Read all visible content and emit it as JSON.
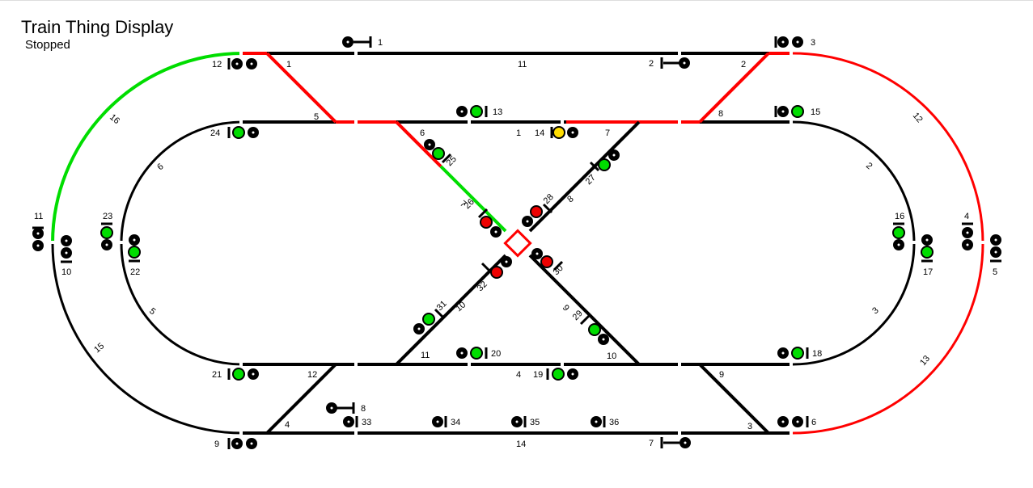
{
  "title": "Train Thing Display",
  "status": "Stopped",
  "colors": {
    "track": "#000000",
    "occupied": "#ff0000",
    "clear": "#00dd00",
    "signal_off": "#000000",
    "signal_green": "#00dd00",
    "signal_red": "#ee0000",
    "signal_yellow": "#ffdd00"
  },
  "block_labels": [
    "1",
    "2",
    "3",
    "4",
    "5",
    "6",
    "7",
    "8",
    "9",
    "10",
    "11",
    "12",
    "13",
    "14",
    "15",
    "16"
  ],
  "switch_labels": [
    "1",
    "2",
    "3",
    "4",
    "5",
    "6",
    "7",
    "8",
    "9",
    "10",
    "11",
    "12"
  ],
  "signal_labels": [
    "1",
    "2",
    "3",
    "4",
    "5",
    "6",
    "7",
    "8",
    "9",
    "10",
    "11",
    "12",
    "13",
    "14",
    "15",
    "16",
    "17",
    "18",
    "19",
    "20",
    "21",
    "22",
    "23",
    "24",
    "25",
    "26",
    "27",
    "28",
    "29",
    "30",
    "31",
    "32",
    "33",
    "34",
    "35",
    "36"
  ]
}
